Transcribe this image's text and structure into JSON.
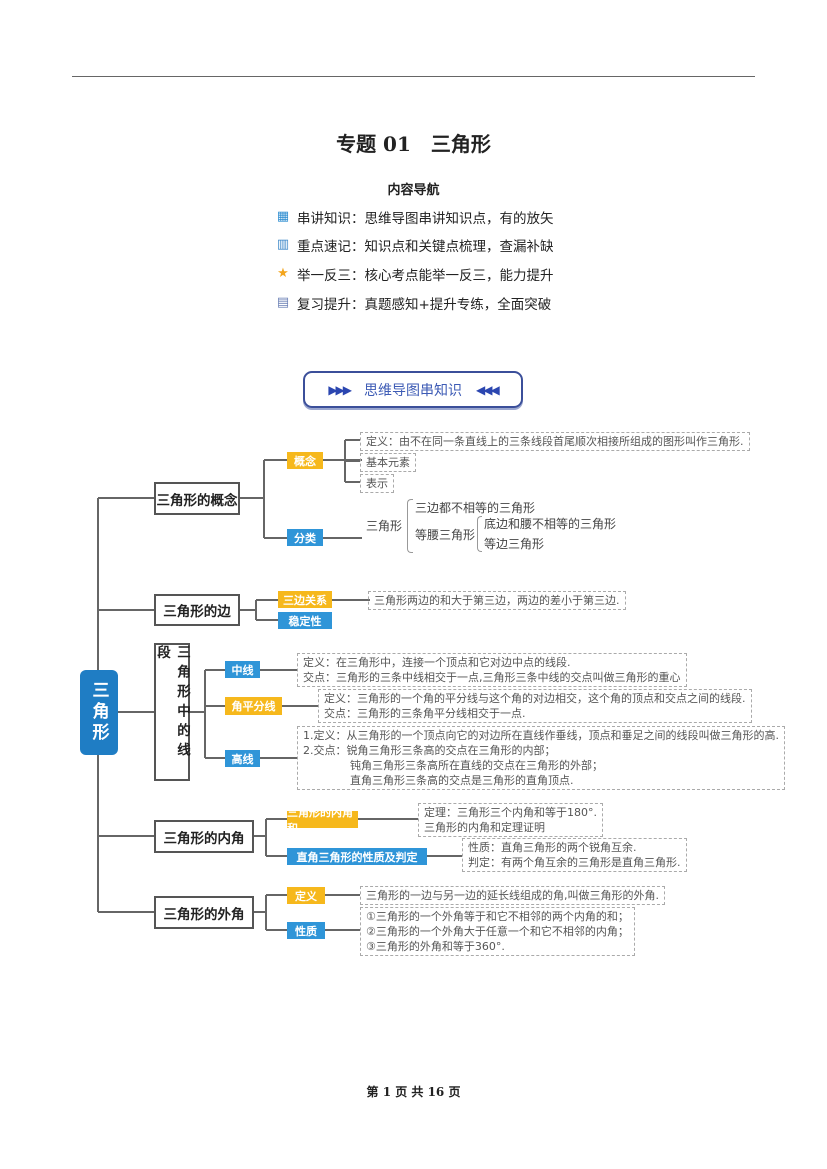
{
  "title": "专题 01　三角形",
  "nav": {
    "heading": "内容导航",
    "items": [
      {
        "icon": "map-icon",
        "label": "串讲知识：思维导图串讲知识点，有的放矢"
      },
      {
        "icon": "book-icon",
        "label": "重点速记：知识点和关键点梳理，查漏补缺"
      },
      {
        "icon": "star-icon",
        "label": "举一反三：核心考点能举一反三，能力提升"
      },
      {
        "icon": "edit-icon",
        "label": "复习提升：真题感知+提升专练，全面突破"
      }
    ]
  },
  "banner": {
    "left": "▶▶▶",
    "label": "思维导图串知识",
    "right": "◀◀◀"
  },
  "mindmap": {
    "root": "三角形",
    "concept": {
      "label": "三角形的概念",
      "tag1": "概念",
      "def": "定义：由不在同一条直线上的三条线段首尾顺次相接所组成的图形叫作三角形.",
      "elements": "基本元素",
      "notation": "表示",
      "tag2": "分类",
      "cls": {
        "root": "三角形",
        "a": "三边都不相等的三角形",
        "iso": "等腰三角形",
        "b": "底边和腰不相等的三角形",
        "c": "等边三角形"
      }
    },
    "side": {
      "label": "三角形的边",
      "tag1": "三边关系",
      "tag2": "稳定性",
      "text": "三角形两边的和大于第三边，两边的差小于第三边."
    },
    "segments": {
      "label": "三角形中的线段",
      "median": {
        "tag": "中线",
        "lines": [
          "定义：在三角形中，连接一个顶点和它对边中点的线段.",
          "交点：三角形的三条中线相交于一点,三角形三条中线的交点叫做三角形的重心"
        ]
      },
      "bisector": {
        "tag": "角平分线",
        "lines": [
          "定义：三角形的一个角的平分线与这个角的对边相交，这个角的顶点和交点之间的线段.",
          "交点：三角形的三条角平分线相交于一点."
        ]
      },
      "altitude": {
        "tag": "高线",
        "lines": [
          "1.定义：从三角形的一个顶点向它的对边所在直线作垂线，顶点和垂足之间的线段叫做三角形的高.",
          "2.交点：锐角三角形三条高的交点在三角形的内部；",
          "钝角三角形三条高所在直线的交点在三角形的外部；",
          "直角三角形三条高的交点是三角形的直角顶点."
        ]
      }
    },
    "interior": {
      "label": "三角形的内角",
      "tag1": "三角形的内角和",
      "lines1": [
        "定理：三角形三个内角和等于180°.",
        "三角形的内角和定理证明"
      ],
      "tag2": "直角三角形的性质及判定",
      "lines2": [
        "性质：直角三角形的两个锐角互余.",
        "判定：有两个角互余的三角形是直角三角形."
      ]
    },
    "exterior": {
      "label": "三角形的外角",
      "tag1": "定义",
      "def": "三角形的一边与另一边的延长线组成的角,叫做三角形的外角.",
      "tag2": "性质",
      "lines": [
        "①三角形的一个外角等于和它不相邻的两个内角的和；",
        "②三角形的一个外角大于任意一个和它不相邻的内角；",
        "③三角形的外角和等于360°."
      ]
    }
  },
  "footer": "第 1 页 共 16 页",
  "colors": {
    "orange": "#f6b81c",
    "blue": "#2f95d8",
    "root": "#1f7dc4"
  }
}
